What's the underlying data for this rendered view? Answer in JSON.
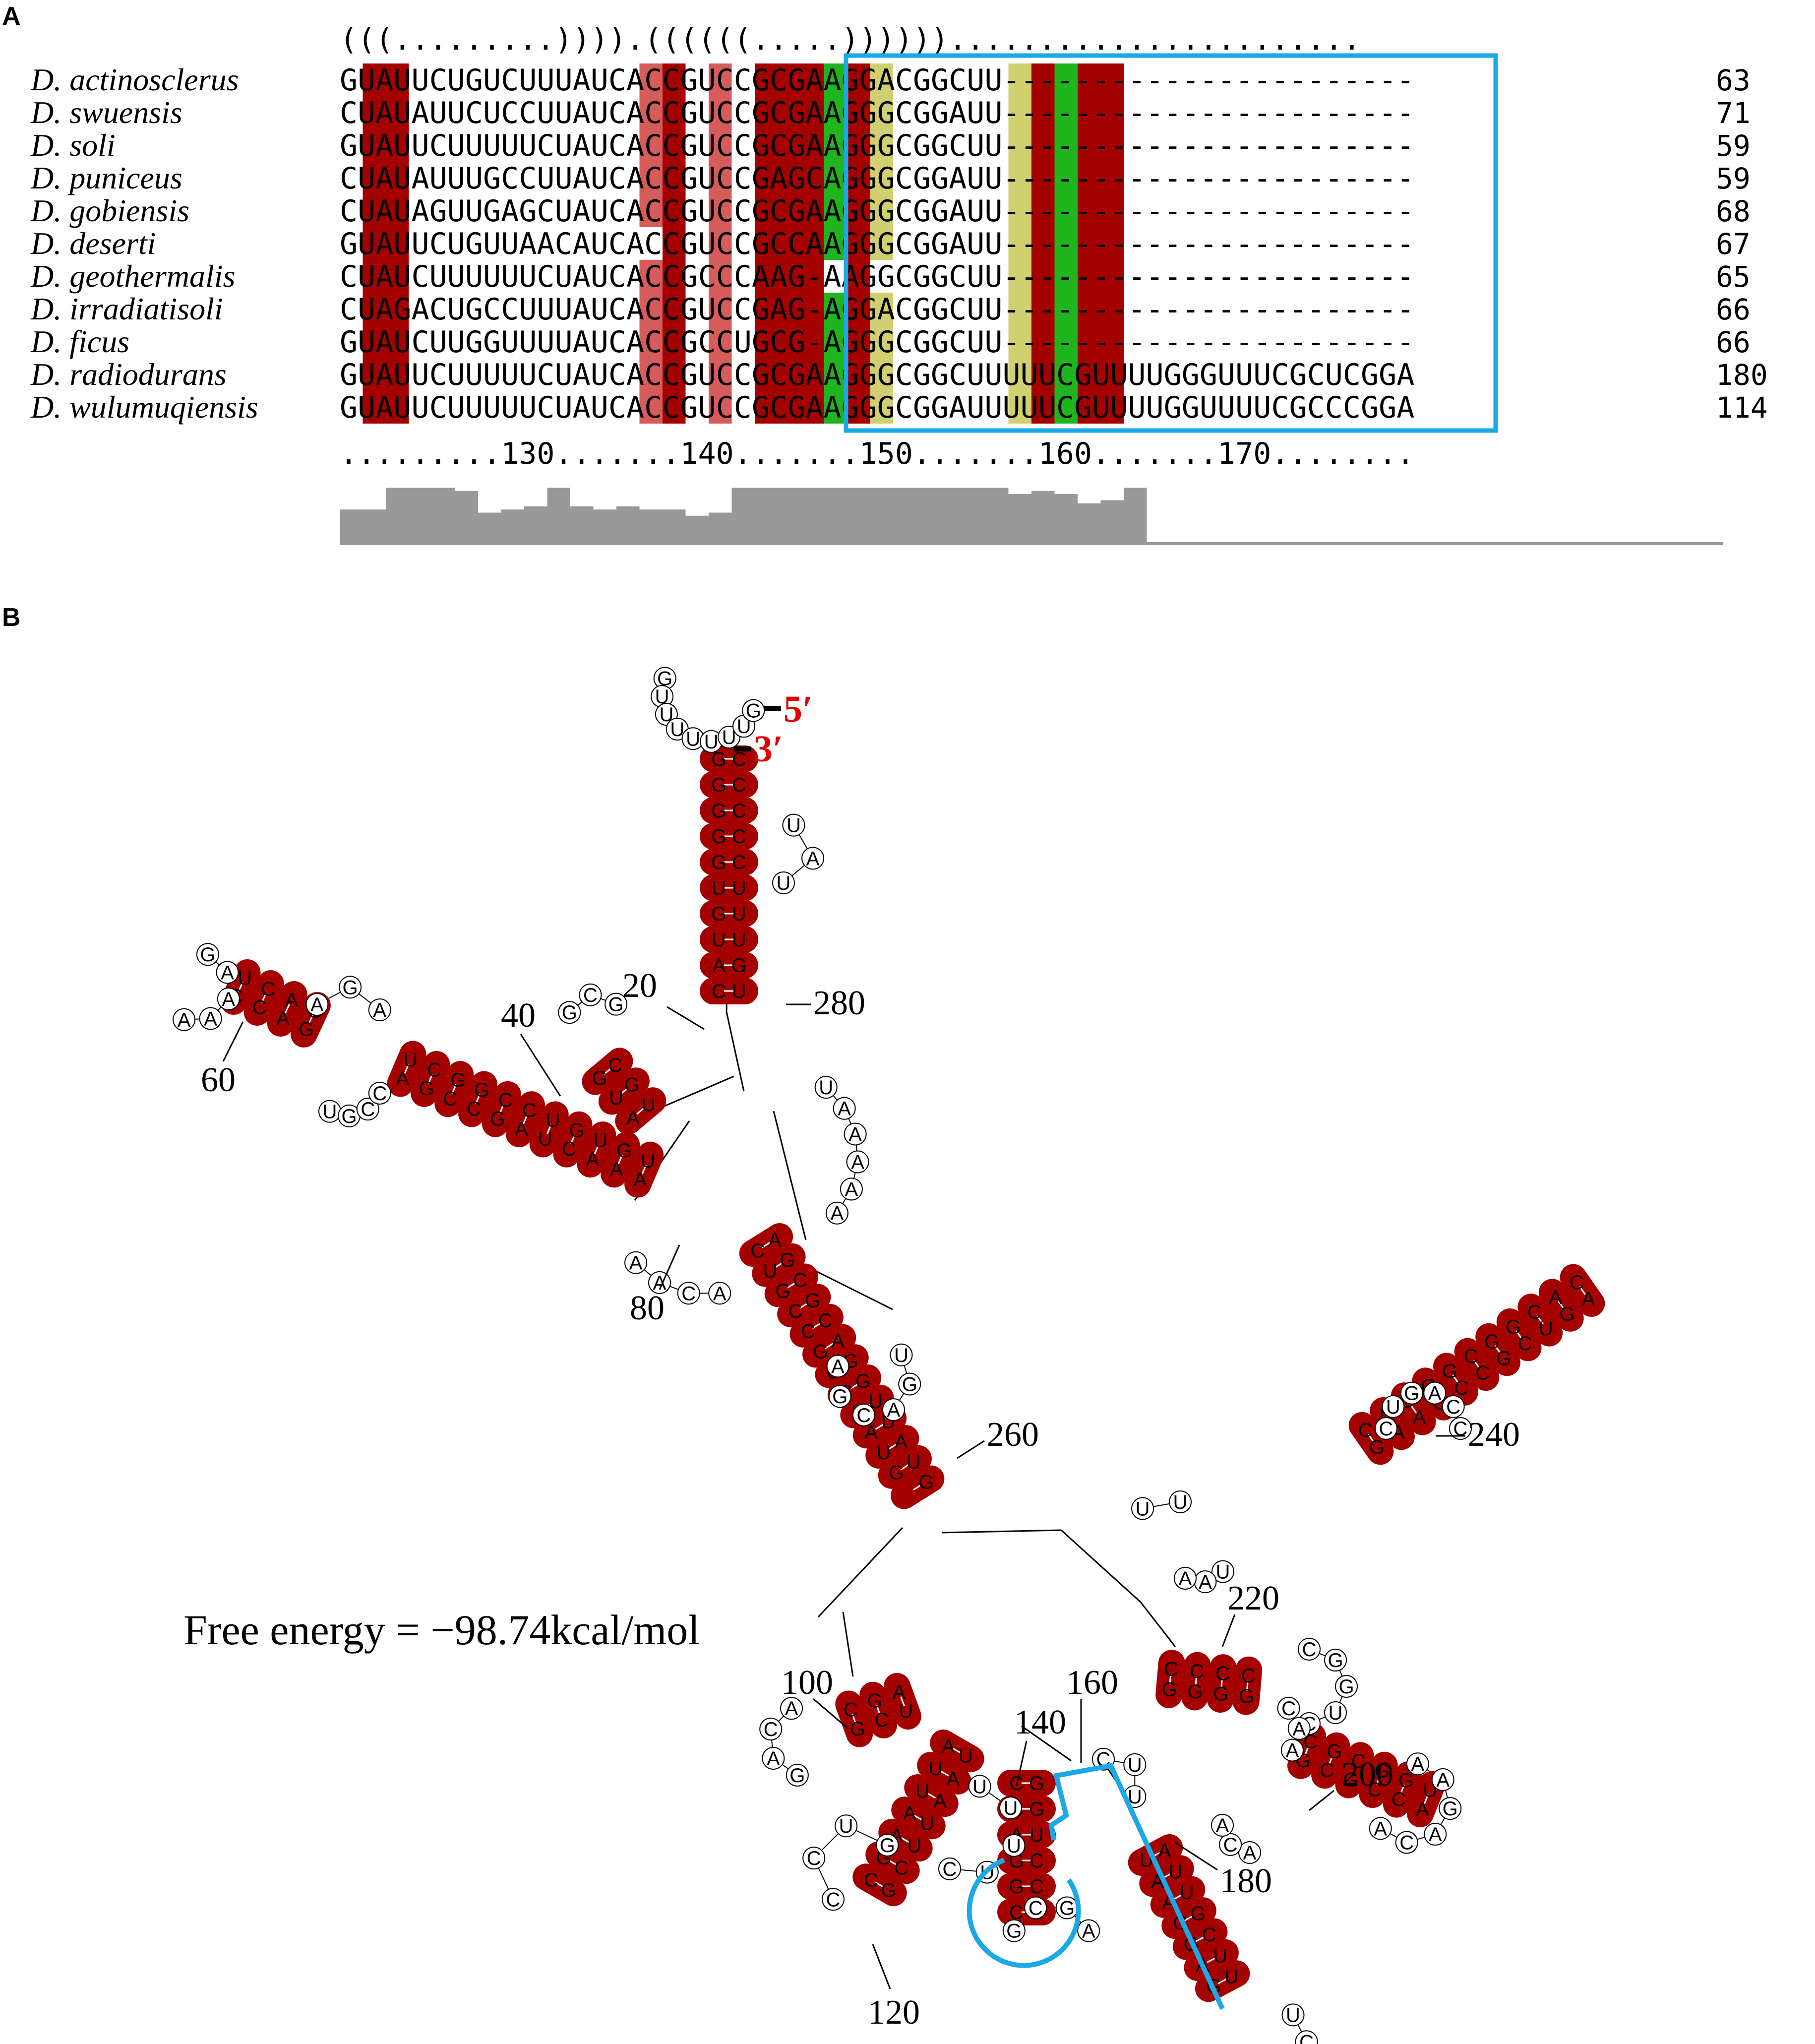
{
  "colors": {
    "dark_red": "#a50000",
    "light_red": "#d65c5c",
    "green": "#1fb51f",
    "yellow": "#d0d070",
    "blue": "#1aa9e6",
    "gray": "#999999",
    "prime_red": "#e00000"
  },
  "panel_a": {
    "label": "A",
    "structure_line": "(((.........)))).((((((.....)))))).......................",
    "position_ruler": ".........130.......140.......150.......160.......170........",
    "sequences": [
      {
        "species": "D. actinosclerus",
        "seq": "GUAUUCUGUCUUUAUCACCGUCCGCGAAGGACGGCUU-----------------------",
        "length": "63"
      },
      {
        "species": "D. swuensis",
        "seq": "CUAUAUUCUCCUUAUCACCGUCCGCGAAGGGCGGAUU-----------------------",
        "length": "71"
      },
      {
        "species": "D. soli",
        "seq": "GUAUUCUUUUUCUAUCACCGUCCGCGAAGGGCGGCUU-----------------------",
        "length": "59"
      },
      {
        "species": "D. puniceus",
        "seq": "CUAUAUUUGCCUUAUCACCGUCCGAGCAGGGCGGAUU-----------------------",
        "length": "59"
      },
      {
        "species": "D. gobiensis",
        "seq": "CUAUAGUUGAGCUAUCACCGUCCGCGAAGGGCGGAUU-----------------------",
        "length": "68"
      },
      {
        "species": "D. deserti",
        "seq": "GUAUUCUGUUAACAUCACCGUCCGCCAAGGGCGGAUU-----------------------",
        "length": "67"
      },
      {
        "species": "D. geothermalis",
        "seq": "CUAUCUUUUUUCUAUCACCGCCCAAG-AAGGCGGCUU-----------------------",
        "length": "65"
      },
      {
        "species": "D. irradiatisoli",
        "seq": "CUAGACUGCCUUUAUCACCGUCCGAG-AGGACGGCUU-----------------------",
        "length": "66"
      },
      {
        "species": "D. ficus",
        "seq": "GUAUCUUGGUUUUAUCACCGCCUGCG-AGGGCGGCUU-----------------------",
        "length": "66"
      },
      {
        "species": "D. radiodurans",
        "seq": "GUAUUCUUUUUCUAUCACCGUCCGCGAAGGGCGGCUUUUUCGUUUUGGGUUUCGCUCGGA",
        "length": "180"
      },
      {
        "species": "D. wulumuqiensis",
        "seq": "GUAUUCUUUUUCUAUCACCGUCCGCGAAGGGCGGAUUUUUCGUUUUGGUUUUCGCCCGGA",
        "length": "114"
      }
    ],
    "conservation": [
      0.55,
      0.55,
      0.9,
      0.9,
      0.9,
      0.85,
      0.5,
      0.55,
      0.6,
      0.9,
      0.6,
      0.55,
      0.6,
      0.55,
      0.55,
      0.45,
      0.5,
      0.9,
      0.9,
      0.9,
      0.9,
      0.9,
      0.9,
      0.9,
      0.9,
      0.9,
      0.9,
      0.9,
      0.9,
      0.8,
      0.85,
      0.8,
      0.65,
      0.7,
      0.9,
      0.6,
      0.65,
      0.8,
      0.85,
      0.8,
      0.9,
      0.9,
      0.85,
      0.9,
      0.9,
      0.9,
      0.9,
      0.9,
      0.9,
      0.9,
      0.9,
      0.9,
      0.9,
      0.9,
      0.9,
      0.9,
      0.9,
      0.9,
      0.9,
      0.9
    ]
  },
  "panel_b": {
    "label": "B",
    "free_energy": "Free energy = −98.74kcal/mol",
    "five_prime": "5′",
    "three_prime": "3′",
    "position_labels": [
      {
        "text": "20"
      },
      {
        "text": "280"
      },
      {
        "text": "40"
      },
      {
        "text": "60"
      },
      {
        "text": "80"
      },
      {
        "text": "260"
      },
      {
        "text": "240"
      },
      {
        "text": "220"
      },
      {
        "text": "100"
      },
      {
        "text": "160"
      },
      {
        "text": "140"
      },
      {
        "text": "200"
      },
      {
        "text": "180"
      },
      {
        "text": "120"
      }
    ],
    "helices": [
      {
        "name": "terminal-stem",
        "left": "CCCCCUUUGU",
        "right": "GGGGGUGUAC"
      },
      {
        "name": "hairpin-60",
        "left": "UCAG",
        "right": "CCAG"
      },
      {
        "name": "stem-40",
        "left": "UCGGCCUGUGU",
        "right": "AGCCGAUCAAA"
      },
      {
        "name": "hairpin-gcg",
        "left": "CGU",
        "right": "GUA"
      },
      {
        "name": "stem-260",
        "left": "AGCGCAGGUUAUG",
        "right": "CUGCCGUCUAUG"
      },
      {
        "name": "stem-240",
        "left": "CUUGGCGGCAC",
        "right": "GAAGCCGCUGA"
      },
      {
        "name": "stem-220",
        "left": "CCCC",
        "right": "GGGG"
      },
      {
        "name": "stem-200",
        "left": "CGCGGU",
        "right": "GCGCCA"
      },
      {
        "name": "stem-180",
        "left": "AUUGCUU",
        "right": "UAACGAG"
      },
      {
        "name": "stem-140",
        "left": "GGUCCG",
        "right": "CCAGGC"
      },
      {
        "name": "stem-120",
        "left": "UAAUUCG",
        "right": "AUUAAGC"
      },
      {
        "name": "stem-100",
        "left": "UCG",
        "right": "AGC"
      }
    ],
    "loops": [
      {
        "name": "top-loop",
        "seq": "GUUUUUUUG"
      },
      {
        "name": "loop-uau",
        "seq": "UAU"
      },
      {
        "name": "loop-60",
        "seq": "GAAAA"
      },
      {
        "name": "internal-60-40",
        "seq": "AGA"
      },
      {
        "name": "internal-gucc",
        "seq": "UGCC"
      },
      {
        "name": "loop-gcg",
        "seq": "GCG"
      },
      {
        "name": "multiloop-right",
        "seq": "UAAAAA"
      },
      {
        "name": "multiloop-left",
        "seq": "AACA"
      },
      {
        "name": "loop-260",
        "seq": "UGACGA"
      },
      {
        "name": "loop-240",
        "seq": "CUGACC"
      },
      {
        "name": "internal-uu",
        "seq": "UU"
      },
      {
        "name": "internal-uaa",
        "seq": "UAA"
      },
      {
        "name": "loop-220",
        "seq": "CGGUC"
      },
      {
        "name": "loop-200",
        "seq": "AAGACA"
      },
      {
        "name": "internal-caa",
        "seq": "CAA"
      },
      {
        "name": "internal-aca",
        "seq": "ACA"
      },
      {
        "name": "loop-180",
        "seq": "UCUU"
      },
      {
        "name": "loop-140",
        "seq": "GCGA"
      },
      {
        "name": "loop-120",
        "seq": "CCUG"
      },
      {
        "name": "loop-100",
        "seq": "GACA"
      },
      {
        "name": "linker-uuuu",
        "seq": "UUUUC"
      },
      {
        "name": "linker-cuu",
        "seq": "CUU"
      }
    ]
  }
}
